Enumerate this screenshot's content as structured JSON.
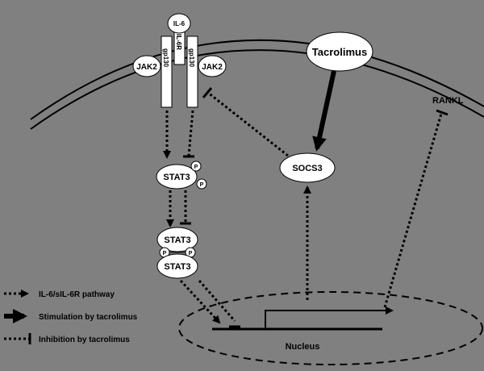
{
  "colors": {
    "background": "#808080",
    "node_fill": "#ffffff",
    "line": "#000000"
  },
  "labels": {
    "il6": "IL-6",
    "il6r": "IL-6R",
    "gp130": "gp130",
    "jak2": "JAK2",
    "tacrolimus": "Tacrolimus",
    "rankl": "RANKL",
    "socs3": "SOCS3",
    "stat3": "STAT3",
    "phospho": "P",
    "nucleus": "Nucleus"
  },
  "legend": [
    {
      "style": "dotted-arrow",
      "label": "IL-6/sIL-6R pathway"
    },
    {
      "style": "thick-arrow",
      "label": "Stimulation by tacrolimus"
    },
    {
      "style": "dotted-inhibition",
      "label": "Inhibition by tacrolimus"
    }
  ]
}
